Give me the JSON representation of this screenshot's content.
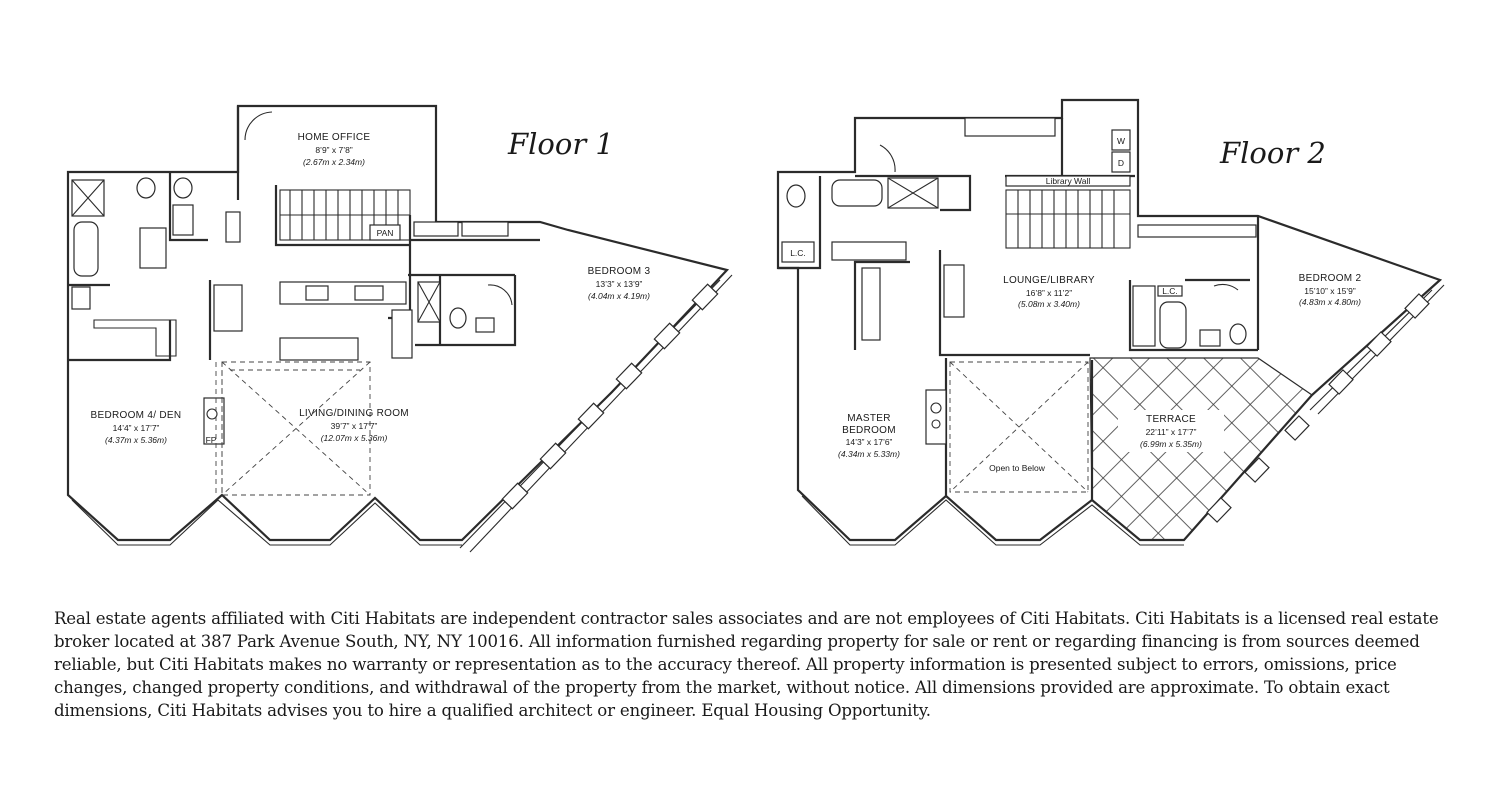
{
  "floor1": {
    "title": "Floor 1",
    "rooms": [
      {
        "name": "HOME OFFICE",
        "dims": "8’9” x 7’8”",
        "metric": "(2.67m x 2.34m)"
      },
      {
        "name": "BEDROOM 3",
        "dims": "13’3” x 13’9”",
        "metric": "(4.04m x 4.19m)"
      },
      {
        "name": "BEDROOM 4/ DEN",
        "dims": "14’4” x 17’7”",
        "metric": "(4.37m x 5.36m)"
      },
      {
        "name": "LIVING/DINING ROOM",
        "dims": "39’7” x 17’7”",
        "metric": "(12.07m x 5.36m)"
      }
    ],
    "tags": {
      "pantry": "PAN",
      "fireplace": "FP"
    }
  },
  "floor2": {
    "title": "Floor 2",
    "rooms": [
      {
        "name": "LOUNGE/LIBRARY",
        "dims": "16’8” x 11’2”",
        "metric": "(5.08m x 3.40m)"
      },
      {
        "name": "BEDROOM 2",
        "dims": "15’10” x 15’9”",
        "metric": "(4.83m x 4.80m)"
      },
      {
        "name_line1": "MASTER",
        "name_line2": "BEDROOM",
        "dims": "14’3” x 17’6”",
        "metric": "(4.34m x 5.33m)"
      },
      {
        "name": "TERRACE",
        "dims": "22’11” x 17’7”",
        "metric": "(6.99m x 5.35m)"
      }
    ],
    "tags": {
      "library_wall": "Library Wall",
      "open_to_below": "Open to Below",
      "lc1": "L.C.",
      "lc2": "L.C.",
      "washer": "W",
      "dryer": "D"
    }
  },
  "disclaimer": "Real estate agents affiliated with Citi Habitats are independent contractor sales associates and are not employees of Citi Habitats. Citi Habitats is a licensed real estate broker located at 387 Park Avenue South, NY, NY 10016. All information furnished regarding property for sale or rent or regarding financing is from sources deemed reliable, but Citi Habitats makes no warranty or representation as to the accuracy thereof. All property information is presented subject to errors, omissions, price changes, changed property conditions, and withdrawal of the property from the market, without notice. All dimensions provided are approximate. To obtain exact dimensions, Citi Habitats advises you to hire a qualified architect or engineer. Equal Housing Opportunity."
}
